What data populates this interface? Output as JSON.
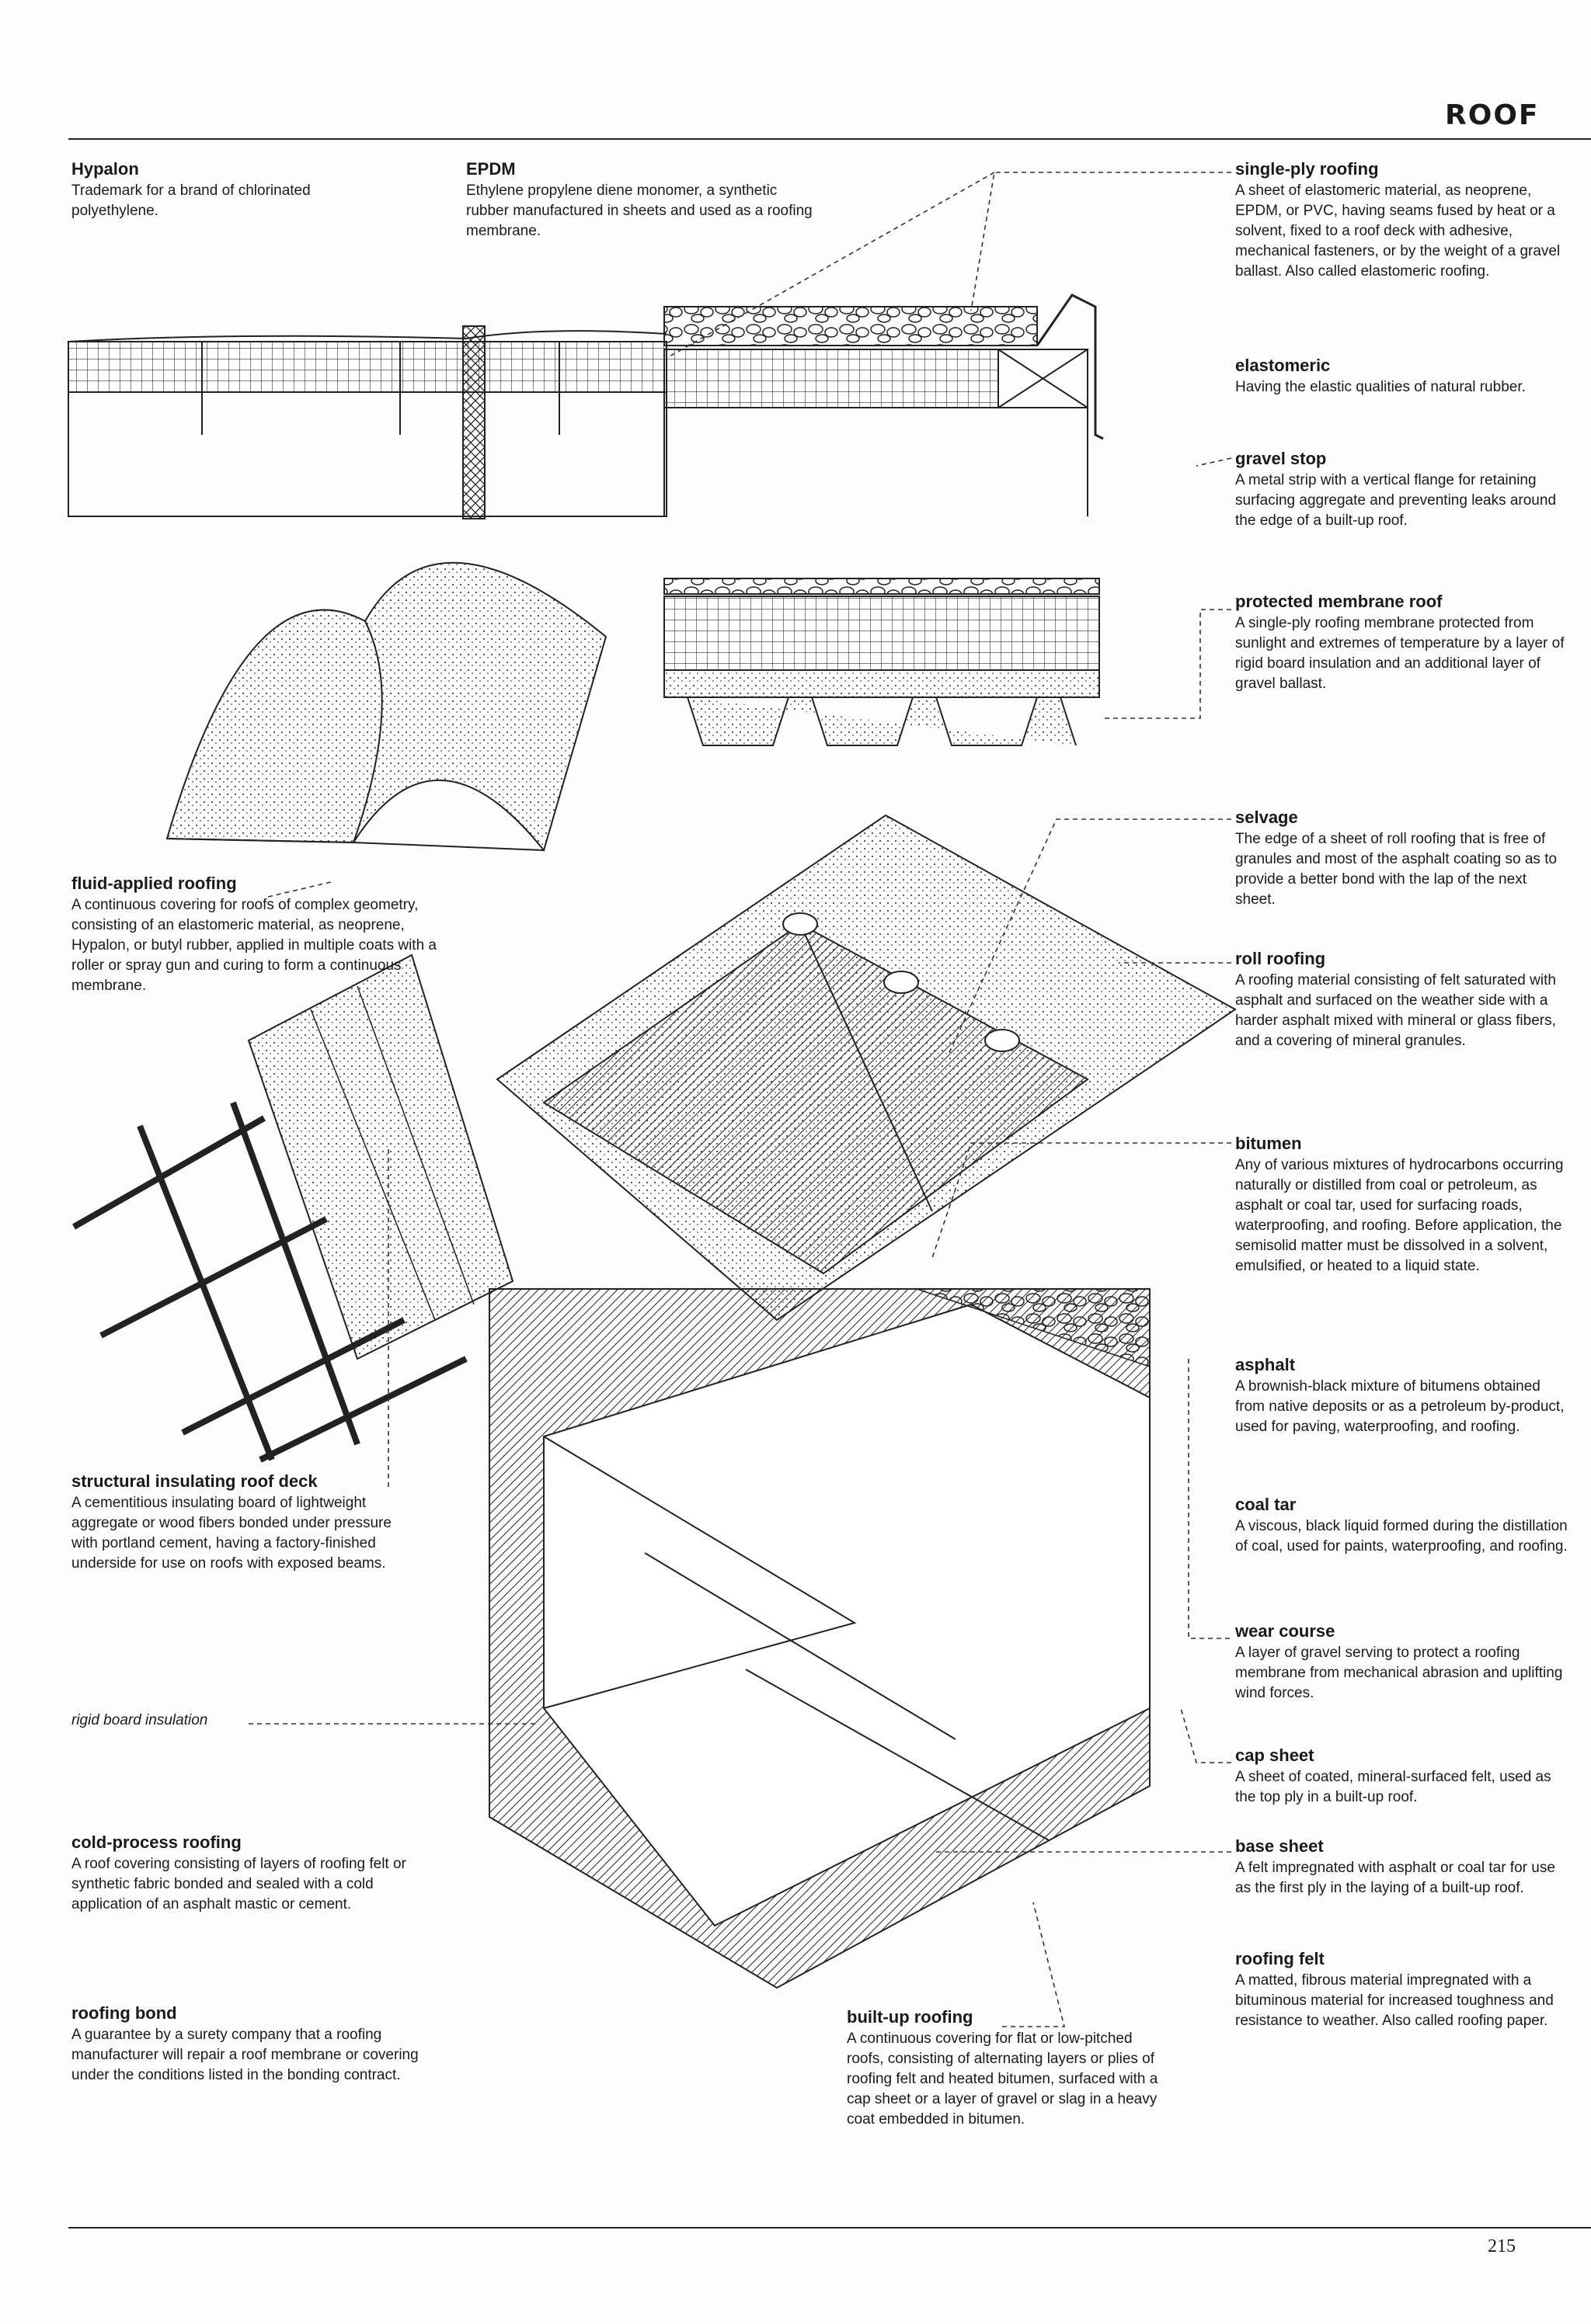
{
  "header": {
    "title": "ROOF"
  },
  "page_number": "215",
  "entries": [
    {
      "term": "Hypalon",
      "definition": "Trademark for a brand of chlorinated polyethylene."
    },
    {
      "term": "EPDM",
      "definition": "Ethylene propylene diene monomer, a synthetic rubber manufactured in sheets and used as a roofing membrane."
    },
    {
      "term": "single-ply roofing",
      "definition": "A sheet of elastomeric material, as neoprene, EPDM, or PVC, having seams fused by heat or a solvent, fixed to a roof deck with adhesive, mechanical fasteners, or by the weight of a gravel ballast. Also called elastomeric roofing."
    },
    {
      "term": "elastomeric",
      "definition": "Having the elastic qualities of natural rubber."
    },
    {
      "term": "gravel stop",
      "definition": "A metal strip with a vertical flange for retaining surfacing aggregate and preventing leaks around the edge of a built-up roof."
    },
    {
      "term": "protected membrane roof",
      "definition": "A single-ply roofing membrane protected from sunlight and extremes of temperature by a layer of rigid board insulation and an additional layer of gravel ballast."
    },
    {
      "term": "selvage",
      "definition": "The edge of a sheet of roll roofing that is free of granules and most of the asphalt coating so as to provide a better bond with the lap of the next sheet."
    },
    {
      "term": "fluid-applied roofing",
      "definition": "A continuous covering for roofs of complex geometry, consisting of an elastomeric material, as neoprene, Hypalon, or butyl rubber, applied in multiple coats with a roller or spray gun and curing to form a continuous membrane."
    },
    {
      "term": "roll roofing",
      "definition": "A roofing material consisting of felt saturated with asphalt and surfaced on the weather side with a harder asphalt mixed with mineral or glass fibers, and a covering of mineral granules."
    },
    {
      "term": "bitumen",
      "definition": "Any of various mixtures of hydrocarbons occurring naturally or distilled from coal or petroleum, as asphalt or coal tar, used for surfacing roads, waterproofing, and roofing. Before application, the semisolid matter must be dissolved in a solvent, emulsified, or heated to a liquid state."
    },
    {
      "term": "asphalt",
      "definition": "A brownish-black mixture of bitumens obtained from native deposits or as a petroleum by-product, used for paving, waterproofing, and roofing."
    },
    {
      "term": "structural insulating roof deck",
      "definition": "A cementitious insulating board of lightweight aggregate or wood fibers bonded under pressure with portland cement, having a factory-finished underside for use on roofs with exposed beams."
    },
    {
      "term": "coal tar",
      "definition": "A viscous, black liquid formed during the distillation of coal, used for paints, waterproofing, and roofing."
    },
    {
      "term": "wear course",
      "definition": "A layer of gravel serving to protect a roofing membrane from mechanical abrasion and uplifting wind forces."
    },
    {
      "term": "cap sheet",
      "definition": "A sheet of coated, mineral-surfaced felt, used as the top ply in a built-up roof."
    },
    {
      "term": "cold-process roofing",
      "definition": "A roof covering consisting of layers of roofing felt or synthetic fabric bonded and sealed with a cold application of an asphalt mastic or cement."
    },
    {
      "term": "base sheet",
      "definition": "A felt impregnated with asphalt or coal tar for use as the first ply in the laying of a built-up roof."
    },
    {
      "term": "roofing felt",
      "definition": "A matted, fibrous material impregnated with a bituminous material for increased toughness and resistance to weather. Also called roofing paper."
    },
    {
      "term": "roofing bond",
      "definition": "A guarantee by a surety company that a roofing manufacturer will repair a roof membrane or covering under the conditions listed in the bonding contract."
    },
    {
      "term": "built-up roofing",
      "definition": "A continuous covering for flat or low-pitched roofs, consisting of alternating layers or plies of roofing felt and heated bitumen, surfaced with a cap sheet or a layer of gravel or slag in a heavy coat embedded in bitumen."
    }
  ],
  "labels": {
    "rigid_board_insulation": "rigid board insulation"
  }
}
